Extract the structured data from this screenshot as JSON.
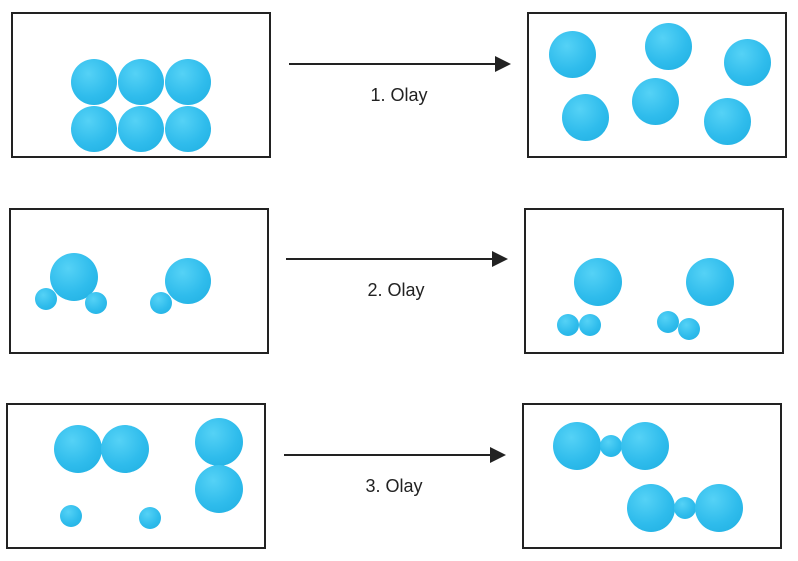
{
  "colors": {
    "particle": "#2fbcec",
    "border": "#222222",
    "arrow": "#222222"
  },
  "events": [
    {
      "label": "1. Olay"
    },
    {
      "label": "2. Olay"
    },
    {
      "label": "3. Olay"
    }
  ]
}
